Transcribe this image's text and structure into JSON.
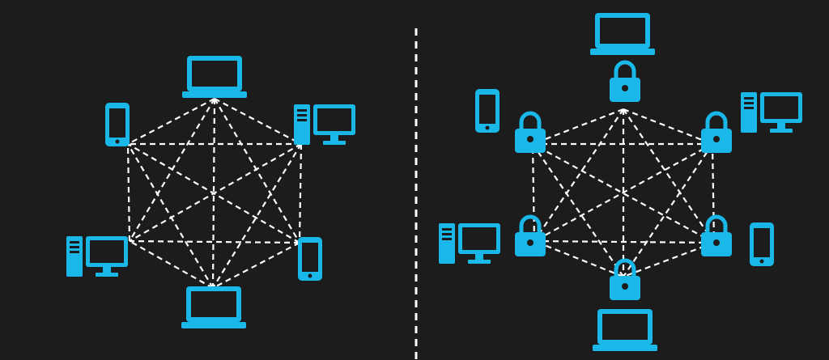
{
  "colors": {
    "background": "#1c1c1c",
    "device": "#19b8e8",
    "line": "#ffffff"
  },
  "left_network": {
    "devices": [
      {
        "id": "laptop-top",
        "type": "laptop",
        "icon": "laptop-icon"
      },
      {
        "id": "desktop-right-top",
        "type": "desktop",
        "icon": "desktop-computer-icon"
      },
      {
        "id": "phone-right-bottom",
        "type": "phone",
        "icon": "phone-icon"
      },
      {
        "id": "laptop-bottom",
        "type": "laptop",
        "icon": "laptop-icon"
      },
      {
        "id": "desktop-left-bottom",
        "type": "desktop",
        "icon": "desktop-computer-icon"
      },
      {
        "id": "phone-left-top",
        "type": "phone",
        "icon": "phone-icon"
      }
    ],
    "connections": "full-mesh"
  },
  "right_network": {
    "devices": [
      {
        "id": "laptop-top",
        "type": "laptop",
        "icon": "laptop-icon"
      },
      {
        "id": "desktop-right-top",
        "type": "desktop",
        "icon": "desktop-computer-icon"
      },
      {
        "id": "phone-right-bottom",
        "type": "phone",
        "icon": "phone-icon"
      },
      {
        "id": "laptop-bottom",
        "type": "laptop",
        "icon": "laptop-icon"
      },
      {
        "id": "desktop-left-bottom",
        "type": "desktop",
        "icon": "desktop-computer-icon"
      },
      {
        "id": "phone-left-top",
        "type": "phone",
        "icon": "phone-icon"
      }
    ],
    "lock_icon": "padlock-icon",
    "connections": "full-mesh-secured"
  }
}
